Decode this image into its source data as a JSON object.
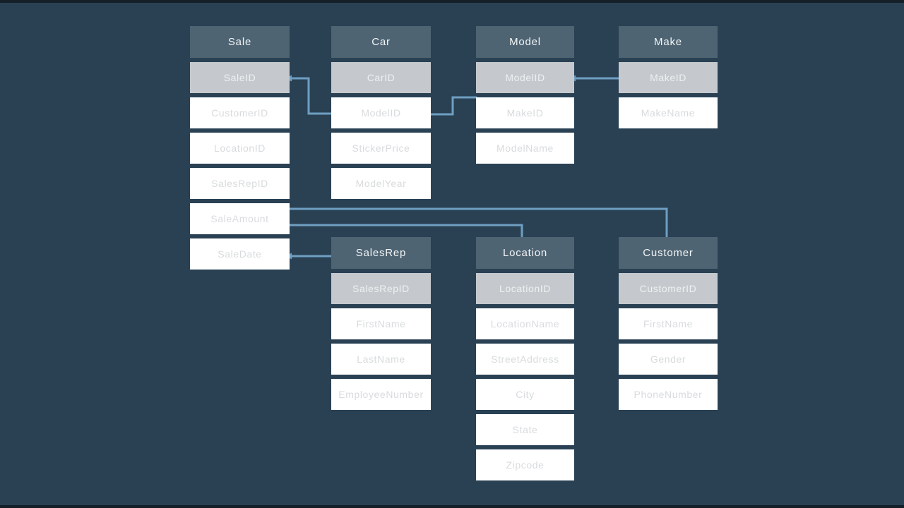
{
  "colors": {
    "background": "#2A4154",
    "letterbox": "#141F28",
    "table_header_bg": "#4E6473",
    "table_header_text": "#F2F5F6",
    "pk_row_bg": "#C5C9CD",
    "pk_row_text": "#EEF0F1",
    "row_bg": "#FFFFFF",
    "row_text": "#D8DBDD",
    "connector": "#6F9FC2"
  },
  "tables": [
    {
      "id": "sale",
      "name": "Sale",
      "fields": [
        {
          "label": "SaleID",
          "pk": true
        },
        {
          "label": "CustomerID",
          "pk": false
        },
        {
          "label": "LocationID",
          "pk": false
        },
        {
          "label": "SalesRepID",
          "pk": false
        },
        {
          "label": "SaleAmount",
          "pk": false
        },
        {
          "label": "SaleDate",
          "pk": false
        }
      ]
    },
    {
      "id": "car",
      "name": "Car",
      "fields": [
        {
          "label": "CarID",
          "pk": true
        },
        {
          "label": "ModelID",
          "pk": false
        },
        {
          "label": "StickerPrice",
          "pk": false
        },
        {
          "label": "ModelYear",
          "pk": false
        }
      ]
    },
    {
      "id": "model",
      "name": "Model",
      "fields": [
        {
          "label": "ModelID",
          "pk": true
        },
        {
          "label": "MakeID",
          "pk": false
        },
        {
          "label": "ModelName",
          "pk": false
        }
      ]
    },
    {
      "id": "make",
      "name": "Make",
      "fields": [
        {
          "label": "MakeID",
          "pk": true
        },
        {
          "label": "MakeName",
          "pk": false
        }
      ]
    },
    {
      "id": "salesrep",
      "name": "SalesRep",
      "fields": [
        {
          "label": "SalesRepID",
          "pk": true
        },
        {
          "label": "FirstName",
          "pk": false
        },
        {
          "label": "LastName",
          "pk": false
        },
        {
          "label": "EmployeeNumber",
          "pk": false
        }
      ]
    },
    {
      "id": "location",
      "name": "Location",
      "fields": [
        {
          "label": "LocationID",
          "pk": true
        },
        {
          "label": "LocationName",
          "pk": false
        },
        {
          "label": "StreetAddress",
          "pk": false
        },
        {
          "label": "City",
          "pk": false
        },
        {
          "label": "State",
          "pk": false
        },
        {
          "label": "Zipcode",
          "pk": false
        }
      ]
    },
    {
      "id": "customer",
      "name": "Customer",
      "fields": [
        {
          "label": "CustomerID",
          "pk": true
        },
        {
          "label": "FirstName",
          "pk": false
        },
        {
          "label": "Gender",
          "pk": false
        },
        {
          "label": "PhoneNumber",
          "pk": false
        }
      ]
    }
  ],
  "connections": [
    {
      "id": "sale-car",
      "from": "Sale.SaleID",
      "to": "Car.ModelID",
      "arrow": "from"
    },
    {
      "id": "car-model",
      "from": "Car.ModelID",
      "to": "Model.ModelID",
      "arrow": "none"
    },
    {
      "id": "model-make",
      "from": "Model.ModelID",
      "to": "Make.MakeID",
      "arrow": "from"
    },
    {
      "id": "sale-customer",
      "from": "Sale.SaleAmount",
      "to": "Customer",
      "arrow": "none"
    },
    {
      "id": "sale-location",
      "from": "Sale.SaleAmount",
      "to": "Location",
      "arrow": "none"
    },
    {
      "id": "sale-salesrep",
      "from": "Sale.SaleDate",
      "to": "SalesRep",
      "arrow": "from"
    }
  ]
}
